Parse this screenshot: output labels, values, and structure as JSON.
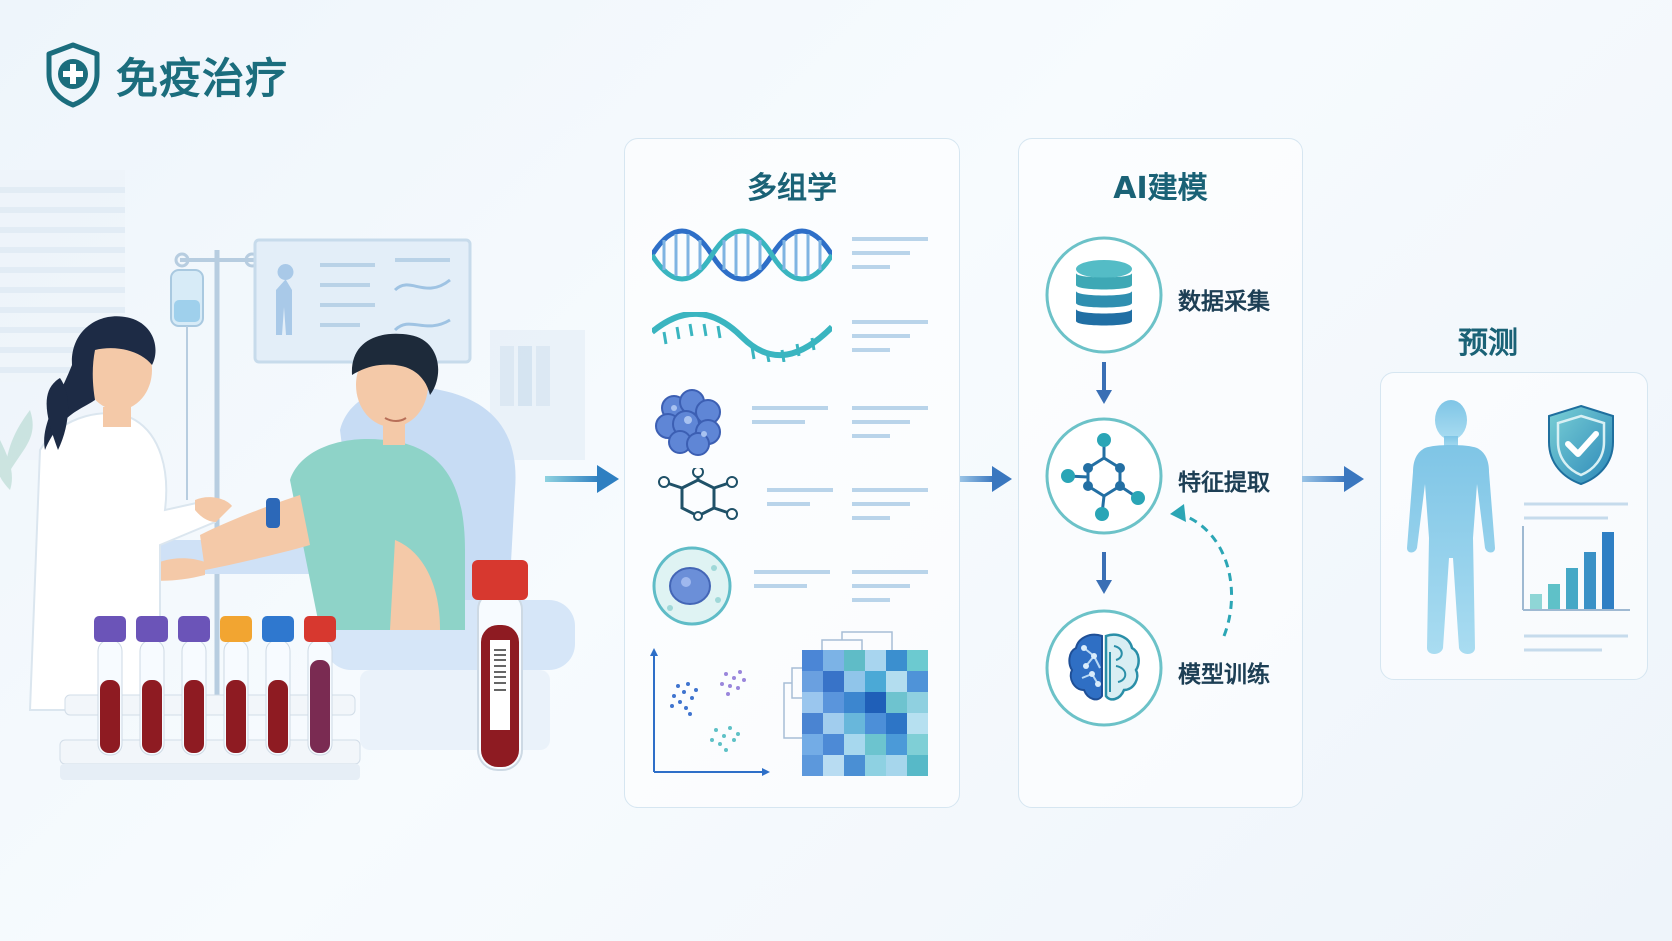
{
  "brand": {
    "title": "免疫治疗",
    "icon": "shield-plus-icon"
  },
  "panels": {
    "omics": {
      "title": "多组学",
      "rows": [
        "dna-helix-icon",
        "rna-strand-icon",
        "protein-icon",
        "molecule-icon",
        "cell-icon",
        "scatter-heatmap-icon"
      ]
    },
    "ai": {
      "title": "AI建模",
      "steps": [
        {
          "label": "数据采集",
          "icon": "database-icon"
        },
        {
          "label": "特征提取",
          "icon": "network-icon"
        },
        {
          "label": "模型训练",
          "icon": "brain-icon"
        }
      ]
    },
    "prediction": {
      "title": "预测",
      "icons": [
        "human-body-icon",
        "shield-check-icon",
        "bar-chart-icon"
      ]
    }
  },
  "colors": {
    "accent": "#1b6d7d",
    "primary_blue": "#3b7fc6",
    "teal": "#3fb3bd",
    "blood": "#8e1b22"
  }
}
